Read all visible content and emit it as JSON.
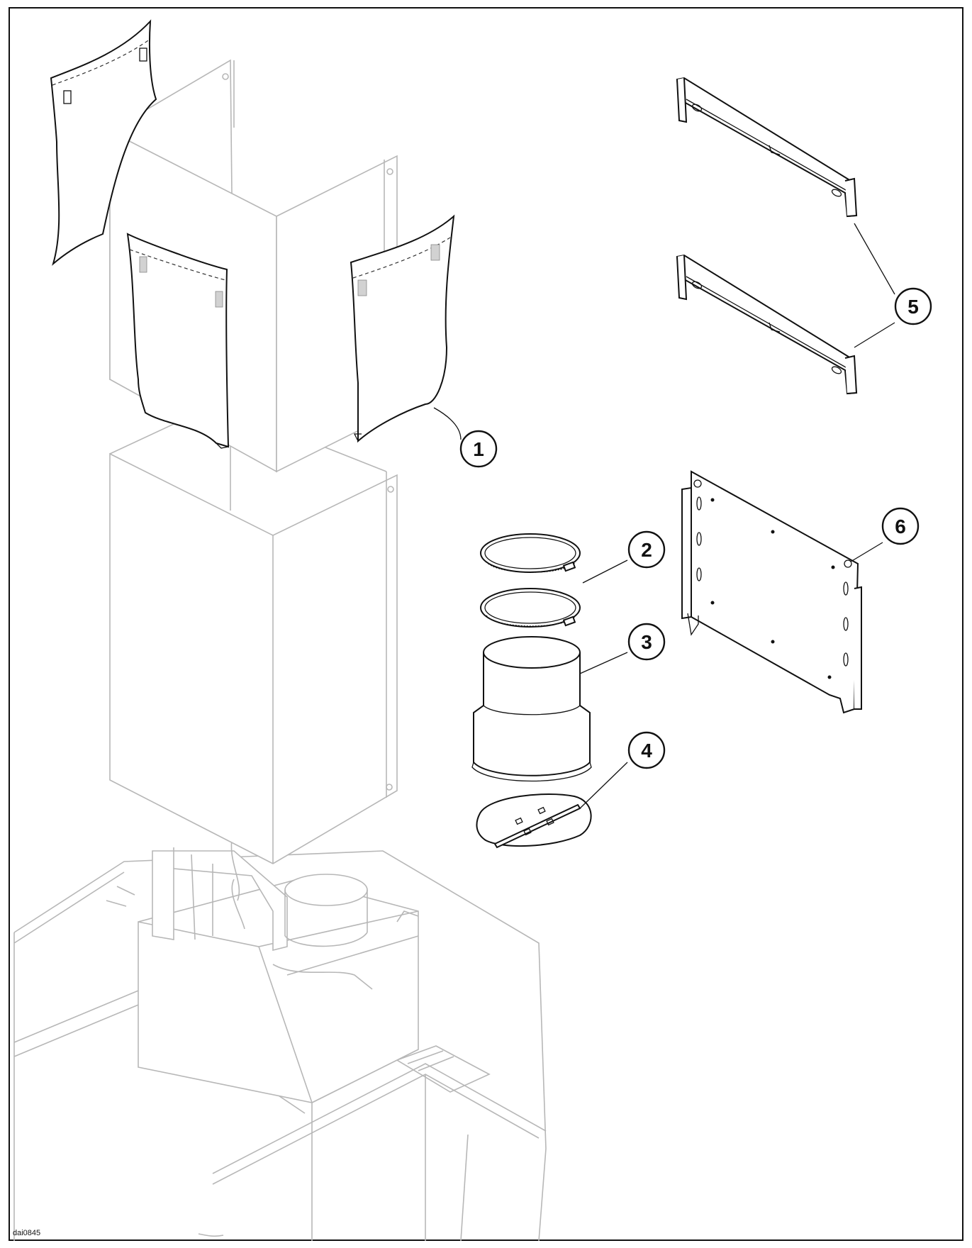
{
  "diagram": {
    "drawing_number": "dai0845",
    "callouts": [
      {
        "label": "1",
        "part": "decals"
      },
      {
        "label": "2",
        "part": "hose-clamps"
      },
      {
        "label": "3",
        "part": "duct-transition"
      },
      {
        "label": "4",
        "part": "damper"
      },
      {
        "label": "5",
        "part": "chimney-brackets"
      },
      {
        "label": "6",
        "part": "mounting-plate"
      }
    ]
  }
}
